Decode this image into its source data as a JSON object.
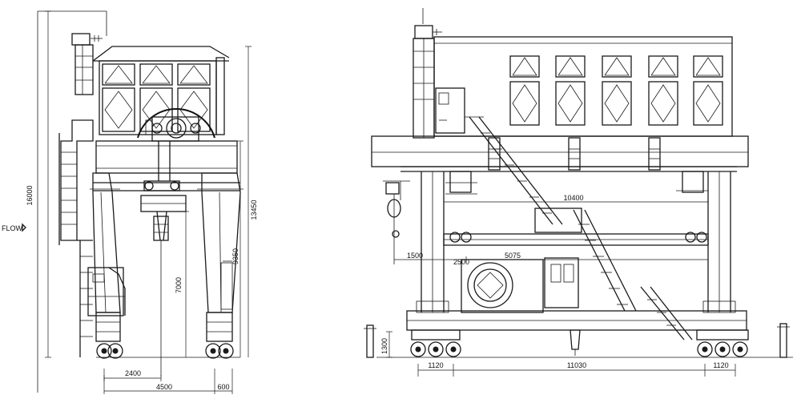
{
  "side_view": {
    "flow_label": "FLOW",
    "dimensions": {
      "overall_height": "16000",
      "beam_height": "13450",
      "lower_height": "9350",
      "leg_height": "7000",
      "offset": "2400",
      "span": "4500",
      "clearance": "600"
    }
  },
  "front_view": {
    "dimensions": {
      "upper_span": "10400",
      "left_offset": "1500",
      "left_trolley": "2500",
      "mid_span": "5075",
      "base_height": "1300",
      "left_wheel": "1120",
      "wheel_base": "11030",
      "right_wheel": "1120"
    }
  }
}
